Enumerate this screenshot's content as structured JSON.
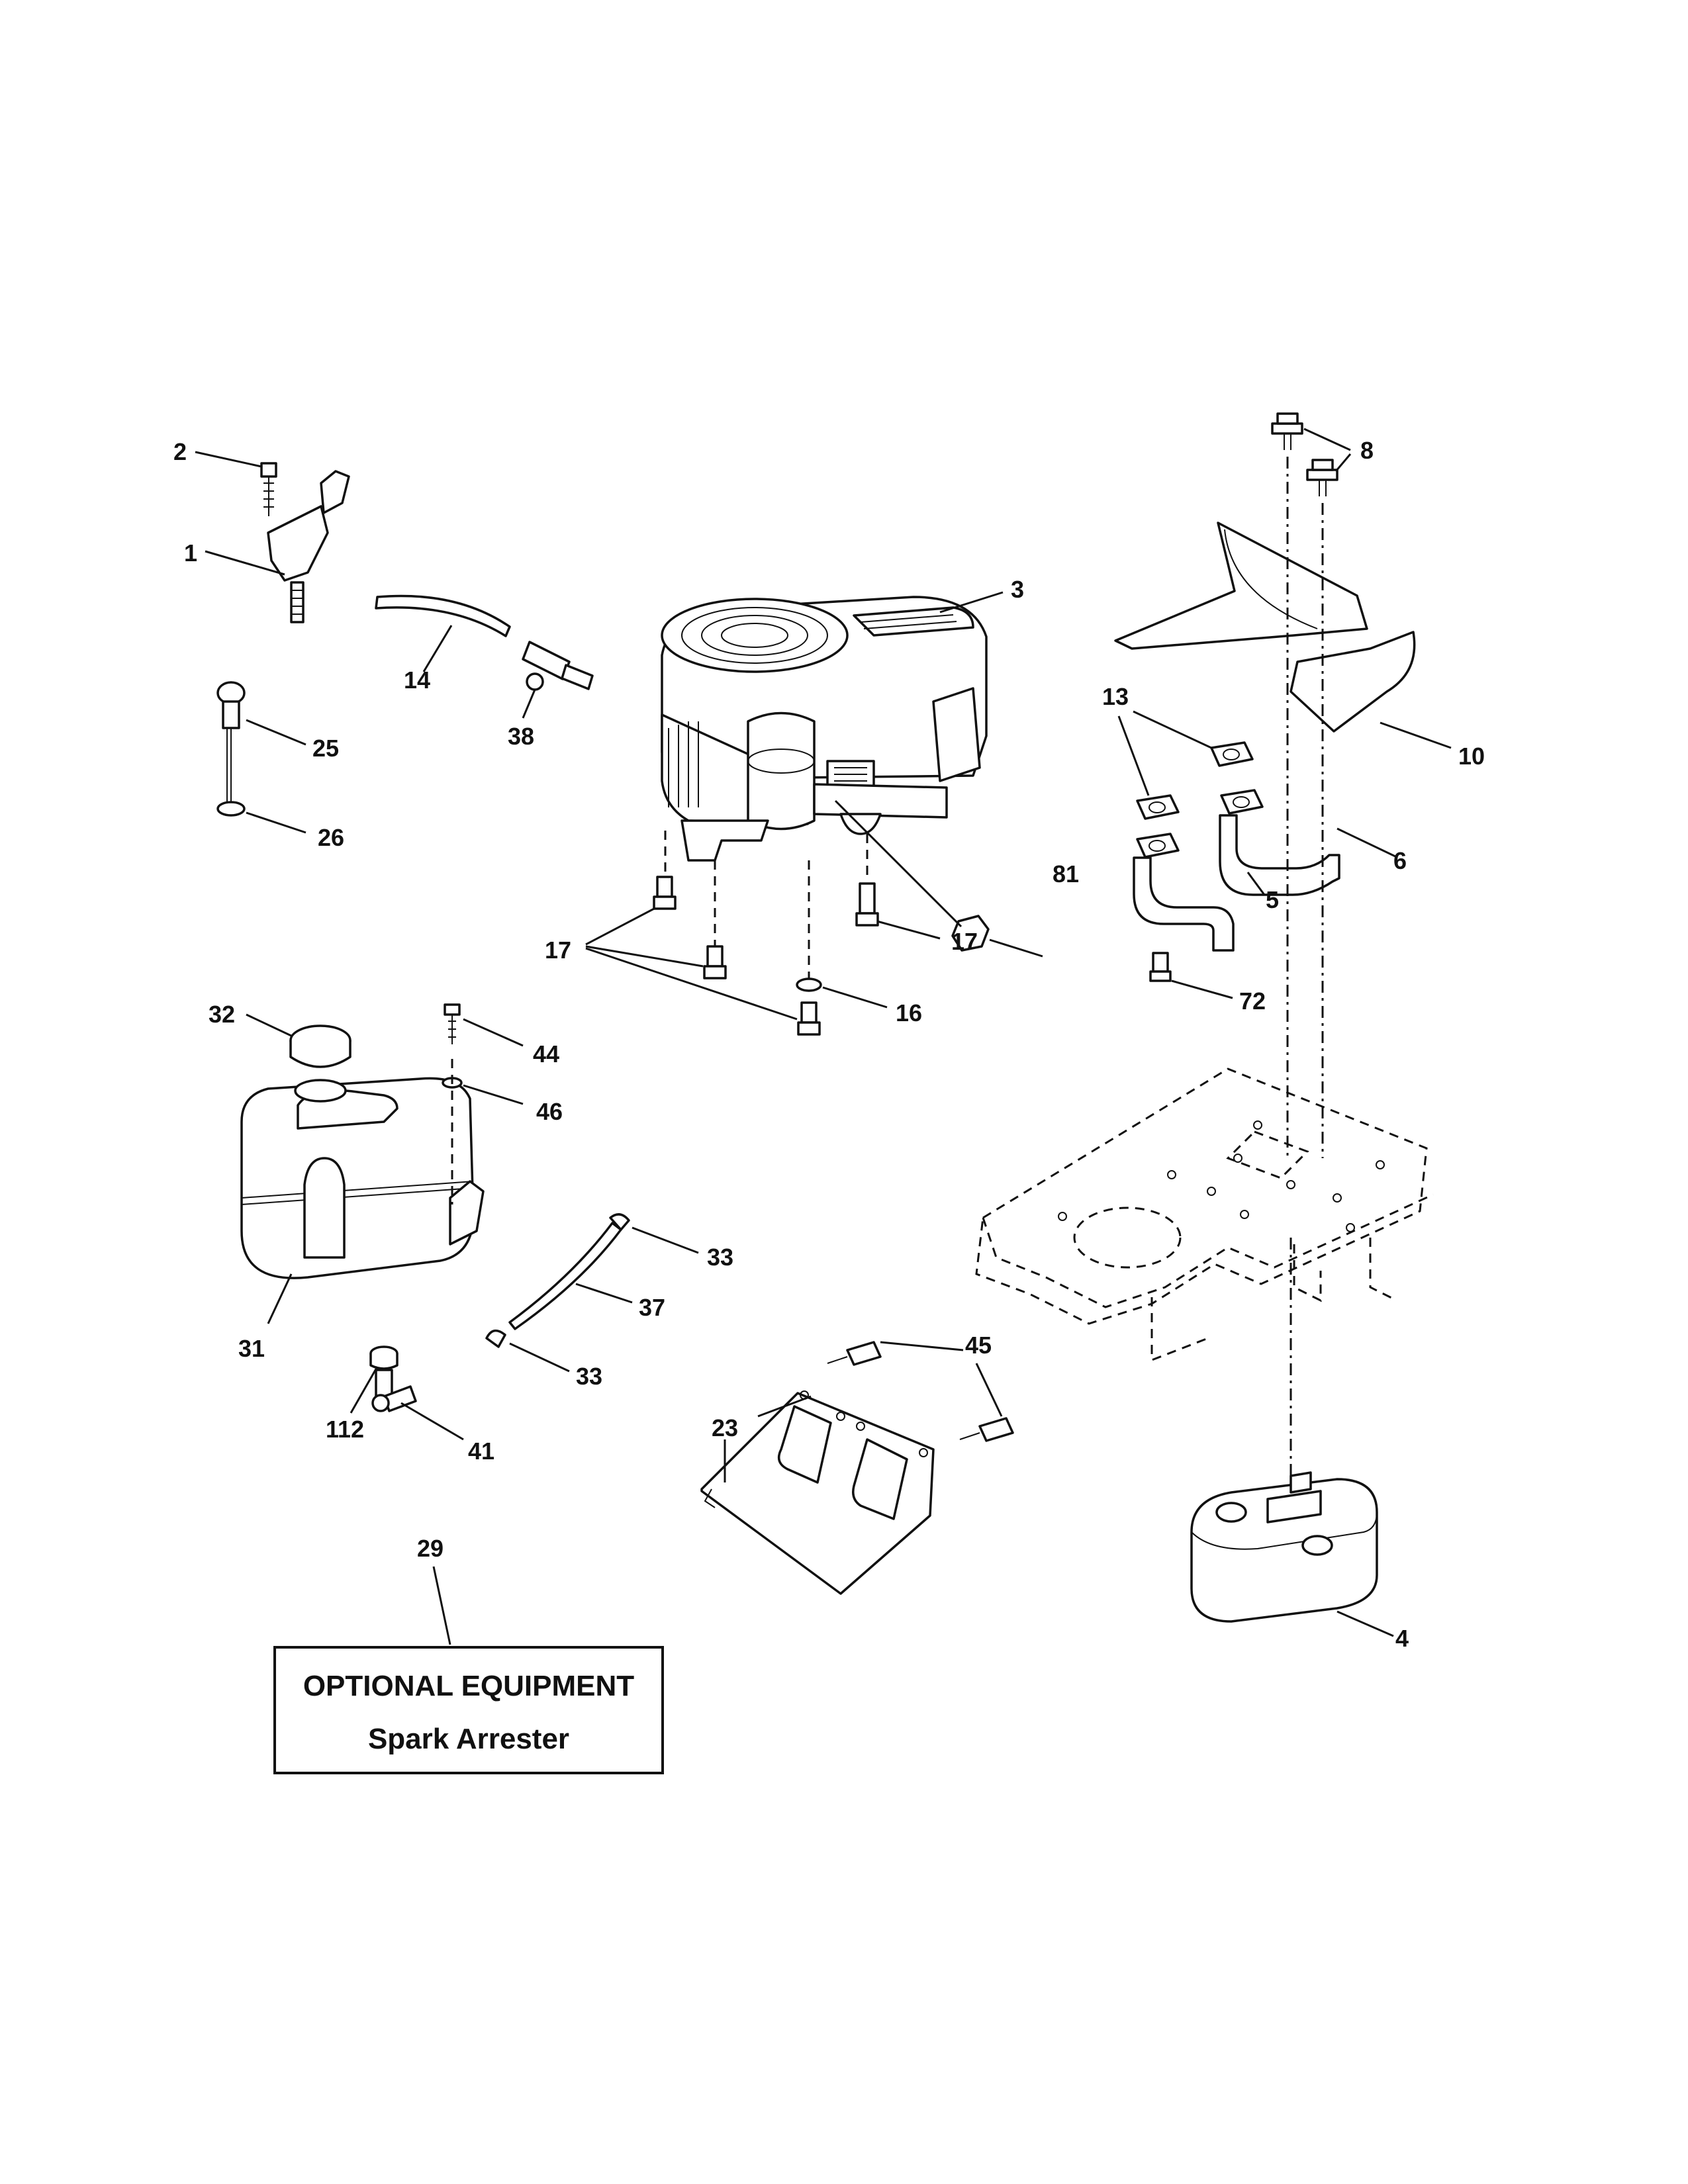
{
  "callouts": {
    "c1": "1",
    "c2": "2",
    "c3": "3",
    "c4": "4",
    "c5": "5",
    "c6": "6",
    "c8": "8",
    "c10": "10",
    "c13": "13",
    "c14": "14",
    "c16": "16",
    "c17a": "17",
    "c17b": "17",
    "c23": "23",
    "c25": "25",
    "c26": "26",
    "c29": "29",
    "c31": "31",
    "c32": "32",
    "c33a": "33",
    "c33b": "33",
    "c37": "37",
    "c38": "38",
    "c41": "41",
    "c44": "44",
    "c45": "45",
    "c46": "46",
    "c72": "72",
    "c81": "81",
    "c112": "112"
  },
  "optional_box": {
    "title": "OPTIONAL EQUIPMENT",
    "subtitle": "Spark Arrester"
  }
}
